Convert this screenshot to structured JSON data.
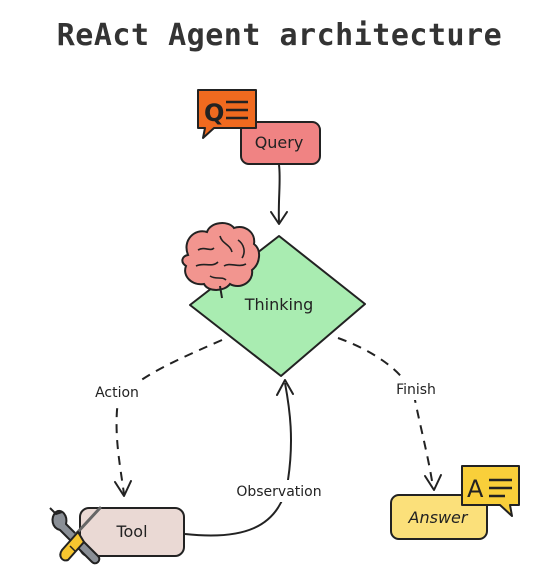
{
  "title": "ReAct Agent architecture",
  "nodes": {
    "query": "Query",
    "thinking": "Thinking",
    "tool": "Tool",
    "answer": "Answer"
  },
  "edges": {
    "action": "Action",
    "finish": "Finish",
    "observation": "Observation"
  },
  "icons": {
    "query_badge": "Q",
    "answer_badge": "A",
    "brain": "brain-icon",
    "tools": "tools-icon"
  },
  "colors": {
    "query_fill": "#f08383",
    "query_badge": "#f06a1f",
    "thinking_fill": "#a9ecb1",
    "brain": "#f2958f",
    "tool_fill": "#ead9d4",
    "answer_fill": "#fbe07a",
    "answer_badge": "#f9cf3a",
    "stroke": "#222222"
  }
}
